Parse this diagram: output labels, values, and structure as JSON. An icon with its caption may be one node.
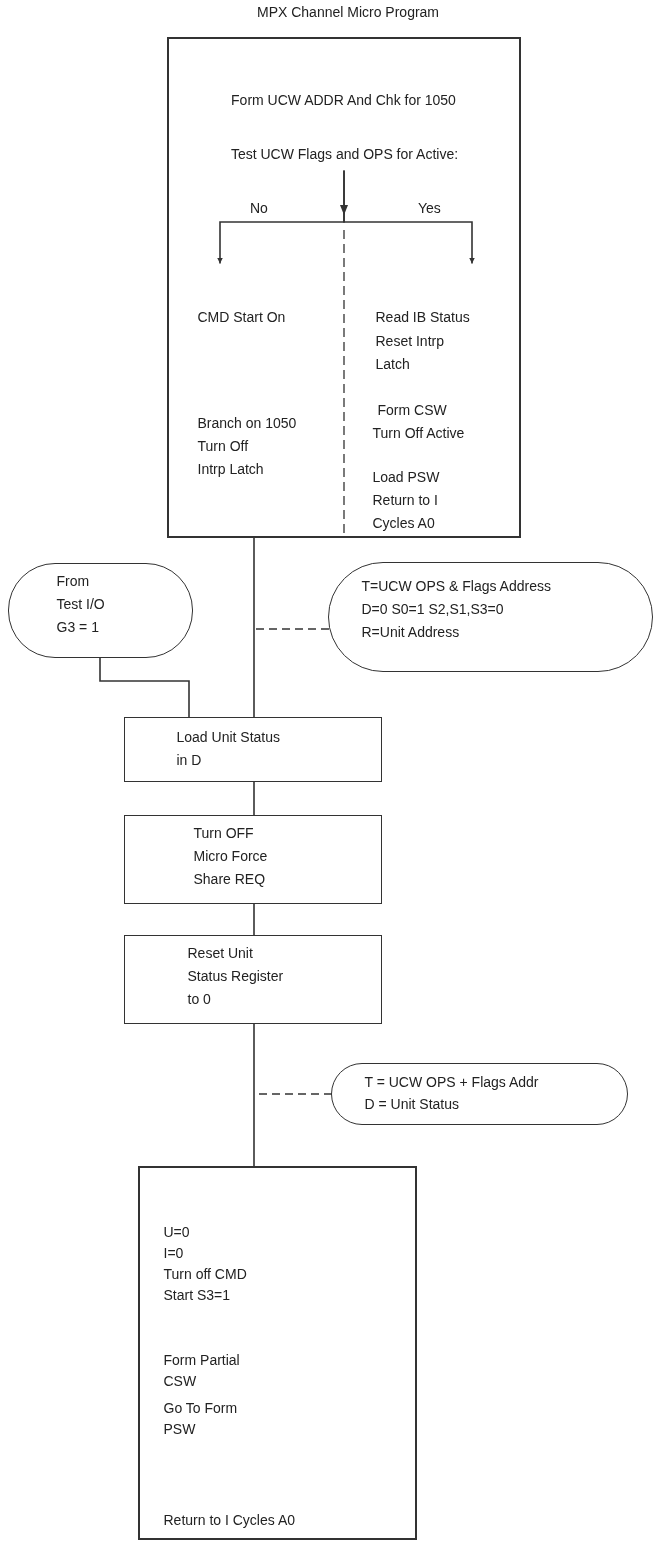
{
  "diagram": {
    "title": "MPX Channel Micro Program",
    "nodes": [
      {
        "text": [
          "Form UCW ADDR And Chk for 1050"
        ]
      },
      {
        "text": [
          "Test UCW Flags and OPS for Active:"
        ],
        "in": 0
      },
      {
        "text": [
          "CMD Start On"
        ],
        "in": 0
      },
      {
        "text": [
          "Read IB Status",
          "Reset Intrp Latch"
        ],
        "in": 0
      },
      {
        "text": [
          "Branch on 1050",
          "Turn Off Intrp Latch"
        ],
        "in": 0
      },
      {
        "text": [
          "Form CSW",
          "Turn Off Active"
        ],
        "in": 0
      },
      {
        "text": [
          "Load PSW",
          "Return to I Cycles A0"
        ],
        "in": 0
      },
      {
        "text": [
          "From Test I/O",
          "G3 = 1"
        ]
      },
      {
        "text": [
          "T=UCW OPS & Flags Address",
          "D=0 S0=1 S2,S1,S3=0",
          "R=Unit Address"
        ]
      },
      {
        "text": [
          "Load Unit Status in D"
        ]
      },
      {
        "text": [
          "Turn OFF Micro Force Share REQ"
        ]
      },
      {
        "text": [
          "Reset Unit Status Register to 0"
        ]
      },
      {
        "text": [
          "T = UCW OPS + Flags Addr",
          "D = Unit Status"
        ]
      },
      {
        "text": [
          "U=0",
          "I=0",
          "Turn off CMD Start S3=1",
          "Form Partial CSW",
          "Go To Form PSW",
          "Return to I Cycles A0"
        ]
      }
    ],
    "edges": [
      {
        "from": 1,
        "to": 2,
        "arrow": "to",
        "label": "No"
      },
      {
        "from": 1,
        "to": 3,
        "arrow": "to",
        "label": "Yes"
      },
      {
        "from": 0,
        "to": 9,
        "arrow": "none"
      },
      {
        "from": 7,
        "to": 9,
        "arrow": "none"
      },
      {
        "from": 8,
        "to": null,
        "arrow": "none",
        "style": "dashed"
      },
      {
        "from": 9,
        "to": 10,
        "arrow": "none"
      },
      {
        "from": 10,
        "to": 11,
        "arrow": "none"
      },
      {
        "from": 11,
        "to": 13,
        "arrow": "none"
      },
      {
        "from": 12,
        "to": null,
        "arrow": "none",
        "style": "dashed"
      }
    ]
  }
}
